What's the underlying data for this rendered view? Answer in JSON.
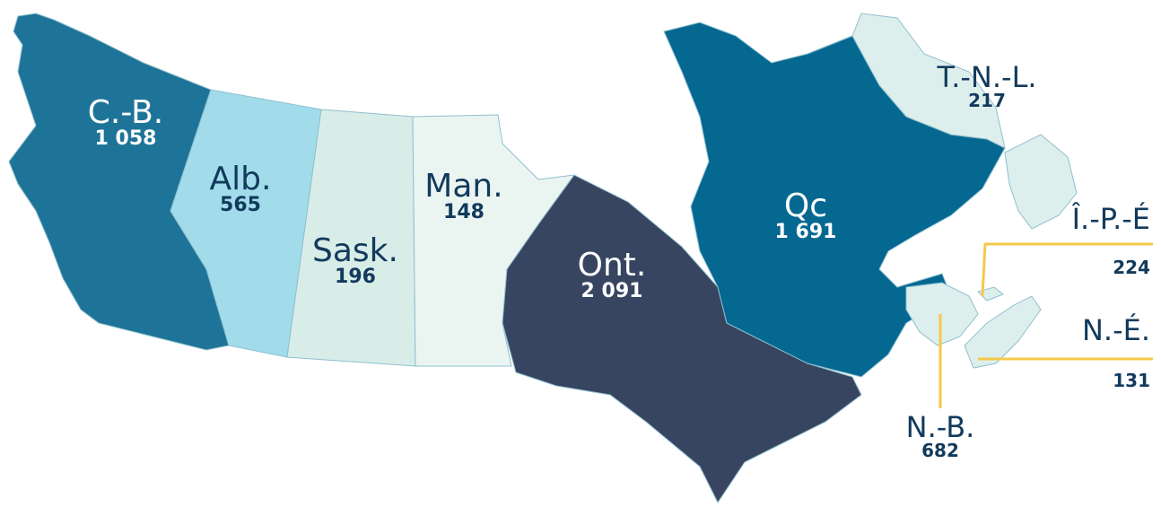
{
  "provinces": {
    "bc": {
      "abbr": "C.-B.",
      "value": "1 058",
      "fill": "#1e7498"
    },
    "ab": {
      "abbr": "Alb.",
      "value": "565",
      "fill": "#a2dcea"
    },
    "sk": {
      "abbr": "Sask.",
      "value": "196",
      "fill": "#d8ede8"
    },
    "mb": {
      "abbr": "Man.",
      "value": "148",
      "fill": "#eaf5f2"
    },
    "on": {
      "abbr": "Ont.",
      "value": "2 091",
      "fill": "#374561"
    },
    "qc": {
      "abbr": "Qc",
      "value": "1 691",
      "fill": "#046891"
    },
    "nl": {
      "abbr": "T.-N.-L.",
      "value": "217",
      "fill": "#dcefec"
    },
    "pe": {
      "abbr": "Î.-P.-É",
      "value": "224",
      "fill": "#dcefec"
    },
    "ns": {
      "abbr": "N.-É.",
      "value": "131",
      "fill": "#dcefec"
    },
    "nb": {
      "abbr": "N.-B.",
      "value": "682",
      "fill": "#dcefec"
    }
  },
  "colors": {
    "label_dark_on_light": "#123a5c",
    "label_on_dark": "#ffffff",
    "leader_line": "#f5c84a"
  }
}
